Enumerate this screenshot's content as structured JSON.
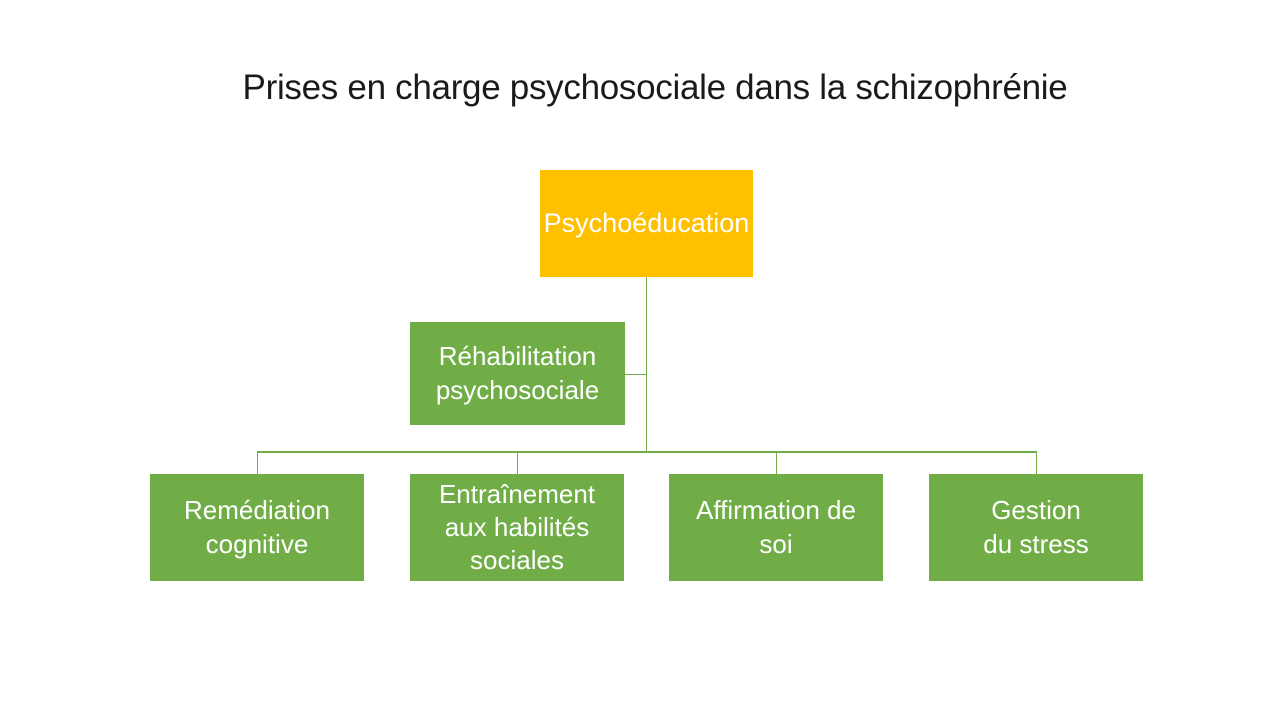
{
  "slide": {
    "title": "Prises en charge psychosociale dans la schizophrénie"
  },
  "colors": {
    "root_fill": "#FFC000",
    "node_fill": "#70AD47",
    "connector": "#70AD47",
    "node_text": "#FFFFFF",
    "title_text": "#1A1A1A",
    "background": "#FFFFFF"
  },
  "diagram": {
    "type": "hierarchy",
    "root": {
      "label": "Psychoéducation"
    },
    "assistant": {
      "label": "Réhabilitation\npsychosociale"
    },
    "children": [
      {
        "label": "Remédiation\ncognitive"
      },
      {
        "label": "Entraînement\naux habilités\nsociales"
      },
      {
        "label": "Affirmation de\nsoi"
      },
      {
        "label": "Gestion\ndu stress"
      }
    ]
  }
}
